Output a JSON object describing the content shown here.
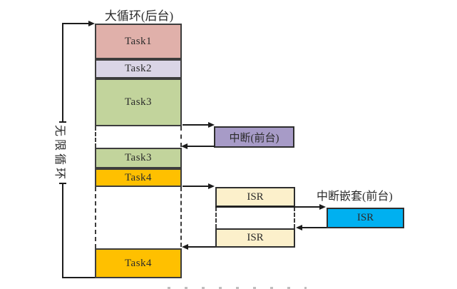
{
  "title": "大循环(后台)",
  "loop": {
    "label": "无限循环"
  },
  "background": {
    "blocks": [
      {
        "label": "Task1",
        "color": "#E0B0AA"
      },
      {
        "label": "Task2",
        "color": "#DAD5E6"
      },
      {
        "label": "Task3",
        "color": "#C2D49C"
      },
      {
        "label": "Task3",
        "color": "#C2D49C"
      },
      {
        "label": "Task4",
        "color": "#FFC000"
      },
      {
        "label": "Task4",
        "color": "#FFC000"
      }
    ]
  },
  "foreground": {
    "interrupt": {
      "label": "中断(前台)",
      "color": "#A79BC7"
    },
    "isr_top": {
      "label": "ISR",
      "color": "#FCF0CB"
    },
    "isr_bottom": {
      "label": "ISR",
      "color": "#FCF0CB"
    },
    "nested": {
      "title": "中断嵌套(前台)",
      "isr": {
        "label": "ISR",
        "color": "#00B0F0"
      }
    }
  },
  "colors": {
    "line": "#1c1c1c",
    "box_border": "#3d3d3d"
  }
}
